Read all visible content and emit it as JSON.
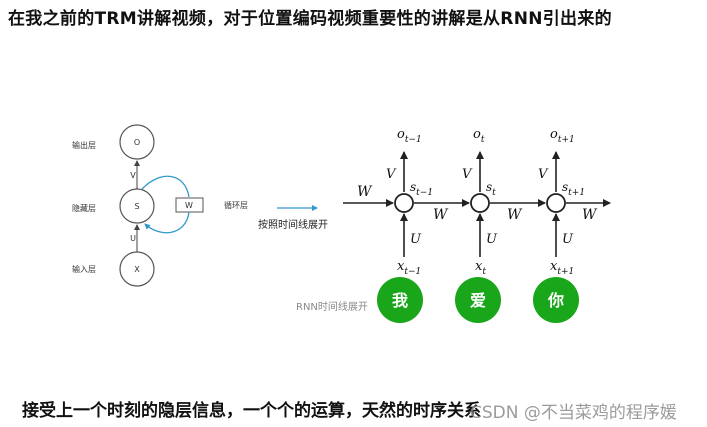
{
  "title": "在我之前的TRM讲解视频，对于位置编码视频重要性的讲解是从RNN引出来的",
  "caption": "接受上一个时刻的隐层信息，一个个的运算，天然的时序关系",
  "watermark": "CSDN @不当菜鸡的程序媛",
  "left_diagram": {
    "output_layer_label": "输出层",
    "hidden_layer_label": "隐藏层",
    "input_layer_label": "输入层",
    "recurrent_layer_label": "循环层",
    "node_o": "O",
    "node_s": "S",
    "node_x": "X",
    "box_w": "W",
    "edge_v": "V",
    "edge_u": "U"
  },
  "unroll_label": "按照时间线展开",
  "rnn_time_label": "RNN时间线展开",
  "unrolled": {
    "W": "W",
    "V": "V",
    "U": "U",
    "o": "o",
    "s": "s",
    "x": "x",
    "sub_prev": "t−1",
    "sub_curr": "t",
    "sub_next": "t+1"
  },
  "words": [
    "我",
    "爱",
    "你"
  ],
  "colors": {
    "word_circle": "#1aa61a",
    "loop_arrow": "#3399cc"
  }
}
